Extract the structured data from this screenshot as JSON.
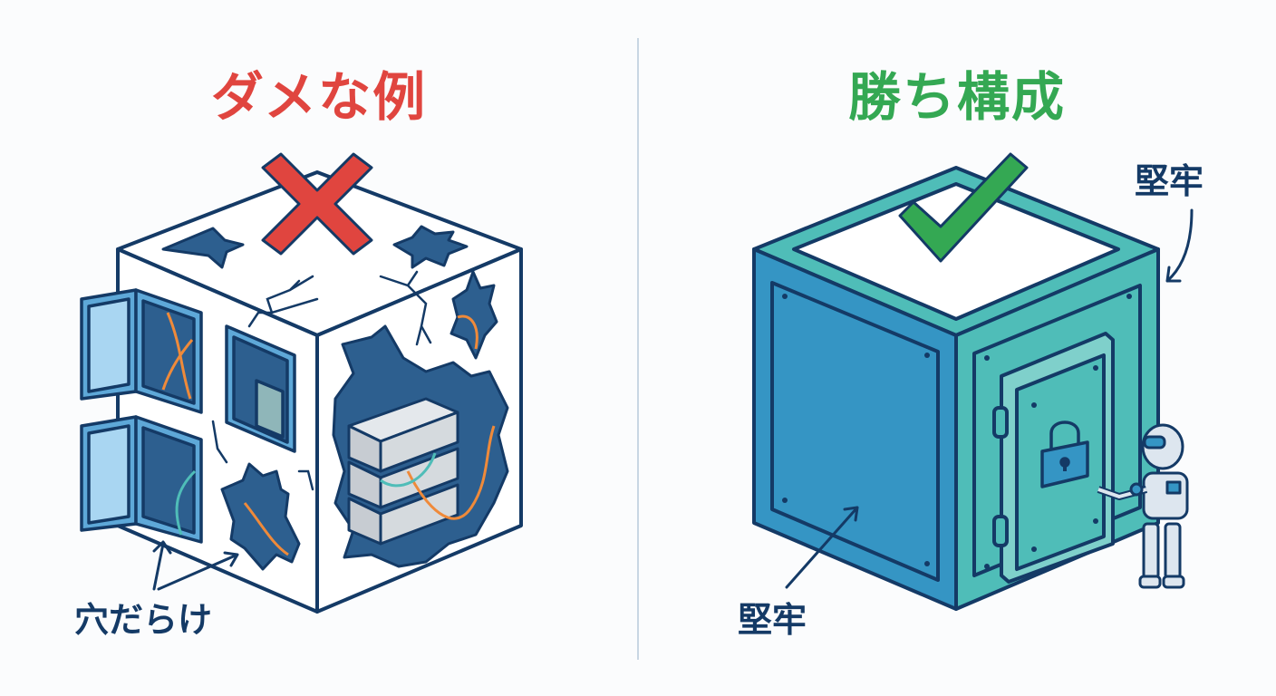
{
  "colors": {
    "bad": "#e0453f",
    "good": "#34a853",
    "outline": "#143a66",
    "divider": "#c9d6e3",
    "safe_left_face": "#3595c4",
    "safe_right_face": "#4fbdb8",
    "damage_blue": "#2d5f8f",
    "cable_orange": "#ef8a3a",
    "glass": "#a9d6f2"
  },
  "left_panel": {
    "title": "ダメな例",
    "mark": "cross-icon",
    "annotation": "穴だらけ"
  },
  "right_panel": {
    "title": "勝ち構成",
    "mark": "checkmark-icon",
    "annotation_top": "堅牢",
    "annotation_bottom": "堅牢"
  }
}
